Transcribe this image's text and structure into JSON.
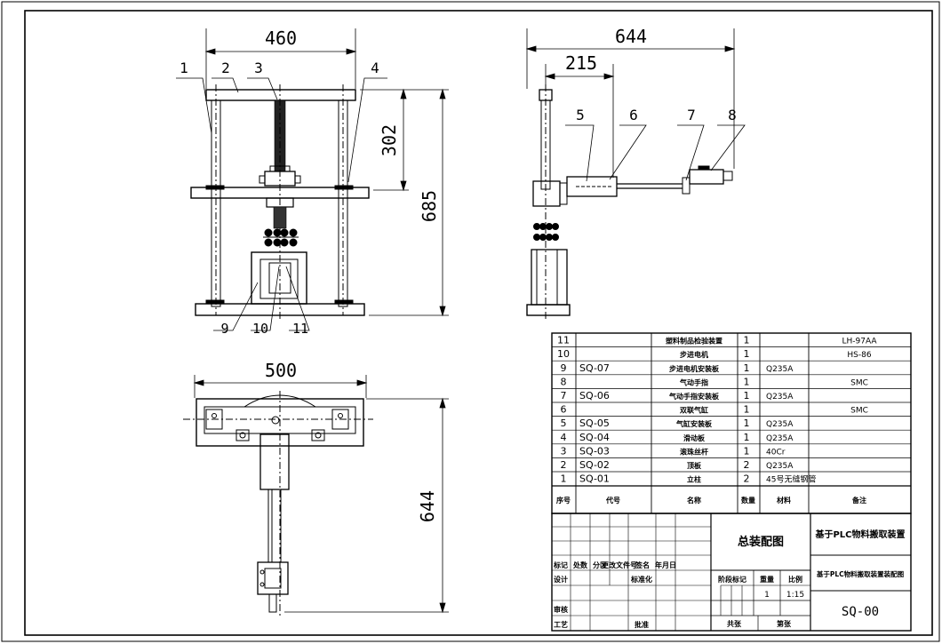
{
  "dimensions": {
    "front_width": "460",
    "front_height": "685",
    "front_upper": "302",
    "side_width": "644",
    "side_offset": "215",
    "top_width": "500",
    "top_length": "644"
  },
  "balloons": {
    "b1": "1",
    "b2": "2",
    "b3": "3",
    "b4": "4",
    "b5": "5",
    "b6": "6",
    "b7": "7",
    "b8": "8",
    "b9": "9",
    "b10": "10",
    "b11": "11"
  },
  "bom": [
    {
      "no": "11",
      "code": "",
      "name": "塑料制品检验装置",
      "qty": "1",
      "material": "",
      "note": "LH-97AA"
    },
    {
      "no": "10",
      "code": "",
      "name": "步进电机",
      "qty": "1",
      "material": "",
      "note": "HS-86"
    },
    {
      "no": "9",
      "code": "SQ-07",
      "name": "步进电机安装板",
      "qty": "1",
      "material": "Q235A",
      "note": ""
    },
    {
      "no": "8",
      "code": "",
      "name": "气动手指",
      "qty": "1",
      "material": "",
      "note": "SMC"
    },
    {
      "no": "7",
      "code": "SQ-06",
      "name": "气动手指安装板",
      "qty": "1",
      "material": "Q235A",
      "note": ""
    },
    {
      "no": "6",
      "code": "",
      "name": "双联气缸",
      "qty": "1",
      "material": "",
      "note": "SMC"
    },
    {
      "no": "5",
      "code": "SQ-05",
      "name": "气缸安装板",
      "qty": "1",
      "material": "Q235A",
      "note": ""
    },
    {
      "no": "4",
      "code": "SQ-04",
      "name": "滑动板",
      "qty": "1",
      "material": "Q235A",
      "note": ""
    },
    {
      "no": "3",
      "code": "SQ-03",
      "name": "滚珠丝杆",
      "qty": "1",
      "material": "40Cr",
      "note": ""
    },
    {
      "no": "2",
      "code": "SQ-02",
      "name": "顶板",
      "qty": "2",
      "material": "Q235A",
      "note": ""
    },
    {
      "no": "1",
      "code": "SQ-01",
      "name": "立柱",
      "qty": "2",
      "material": "45号无缝钢管",
      "note": ""
    }
  ],
  "bom_header": {
    "no": "序号",
    "code": "代号",
    "name": "名称",
    "qty": "数量",
    "material": "材料",
    "note": "备注"
  },
  "title_block": {
    "drawing_title": "总装配图",
    "project_title": "基于PLC物料搬取装置",
    "drawing_name": "基于PLC物料搬取装置装配图",
    "drawing_no": "SQ-00",
    "rev_mark": "标记",
    "rev_count": "处数",
    "rev_zone": "分区",
    "rev_doc": "更改文件号",
    "rev_sign": "签名",
    "rev_date": "年月日",
    "design": "设计",
    "standardize": "标准化",
    "review": "审核",
    "craft": "工艺",
    "approve": "批准",
    "stage": "阶段标记",
    "weight": "重量",
    "scale": "比例",
    "weight_val": "1",
    "scale_val": "1:15",
    "sheets_total": "共张",
    "sheet_no": "第张"
  }
}
